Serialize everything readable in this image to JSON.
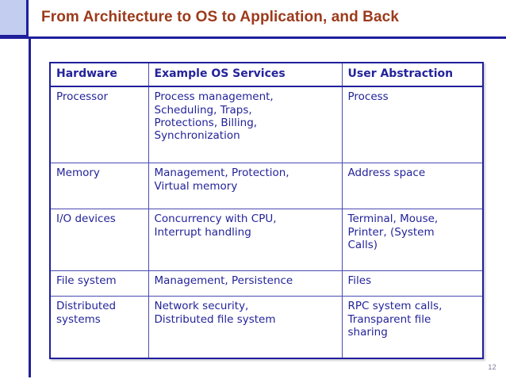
{
  "slide": {
    "title": "From Architecture to OS to Application, and Back",
    "number": "12",
    "accent_navy": "#1f1f9c",
    "accent_title_red": "#9c3a1b",
    "corner_block_fill": "#c3cdf0",
    "table_text_color": "#23239b"
  },
  "table": {
    "headers": [
      "Hardware",
      "Example OS Services",
      "User Abstraction"
    ],
    "rows": [
      {
        "hardware": "Processor",
        "services": "Process management,\nScheduling, Traps,\nProtections, Billing,\nSynchronization",
        "abstraction": "Process"
      },
      {
        "hardware": "Memory",
        "services": "Management, Protection,\nVirtual memory",
        "abstraction": "Address space"
      },
      {
        "hardware": "I/O devices",
        "services": "Concurrency with CPU,\nInterrupt handling",
        "abstraction": "Terminal, Mouse,\nPrinter, (System\nCalls)"
      },
      {
        "hardware": "File system",
        "services": "Management, Persistence",
        "abstraction": "Files"
      },
      {
        "hardware": "Distributed\nsystems",
        "services": "Network security,\nDistributed file system",
        "abstraction": "RPC system calls,\nTransparent file\nsharing"
      }
    ]
  }
}
